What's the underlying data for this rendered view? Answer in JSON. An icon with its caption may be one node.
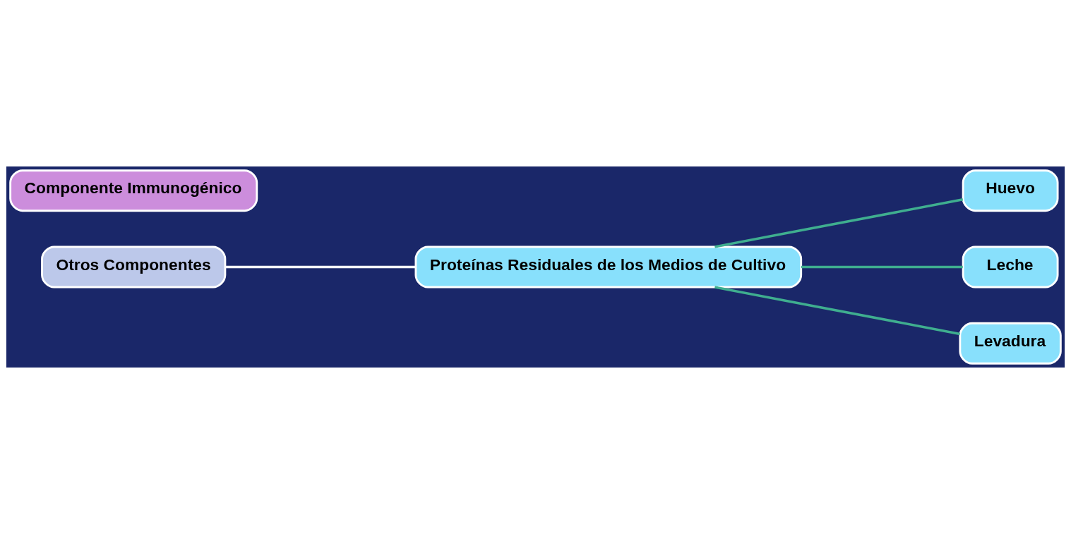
{
  "diagram": {
    "nodes": [
      {
        "text": [
          "Componente Immunogénico"
        ]
      },
      {
        "text": [
          "Otros Componentes"
        ]
      },
      {
        "text": [
          "Proteínas Residuales de los Medios de Cultivo"
        ]
      },
      {
        "text": [
          "Huevo"
        ]
      },
      {
        "text": [
          "Leche"
        ]
      },
      {
        "text": [
          "Levadura"
        ]
      }
    ],
    "edges": [
      {
        "from": 1,
        "to": 2,
        "arrow": "none",
        "color": "#ffffff"
      },
      {
        "from": 2,
        "to": 3,
        "arrow": "none"
      },
      {
        "from": 2,
        "to": 4,
        "arrow": "none"
      },
      {
        "from": 2,
        "to": 5,
        "arrow": "none"
      }
    ]
  }
}
